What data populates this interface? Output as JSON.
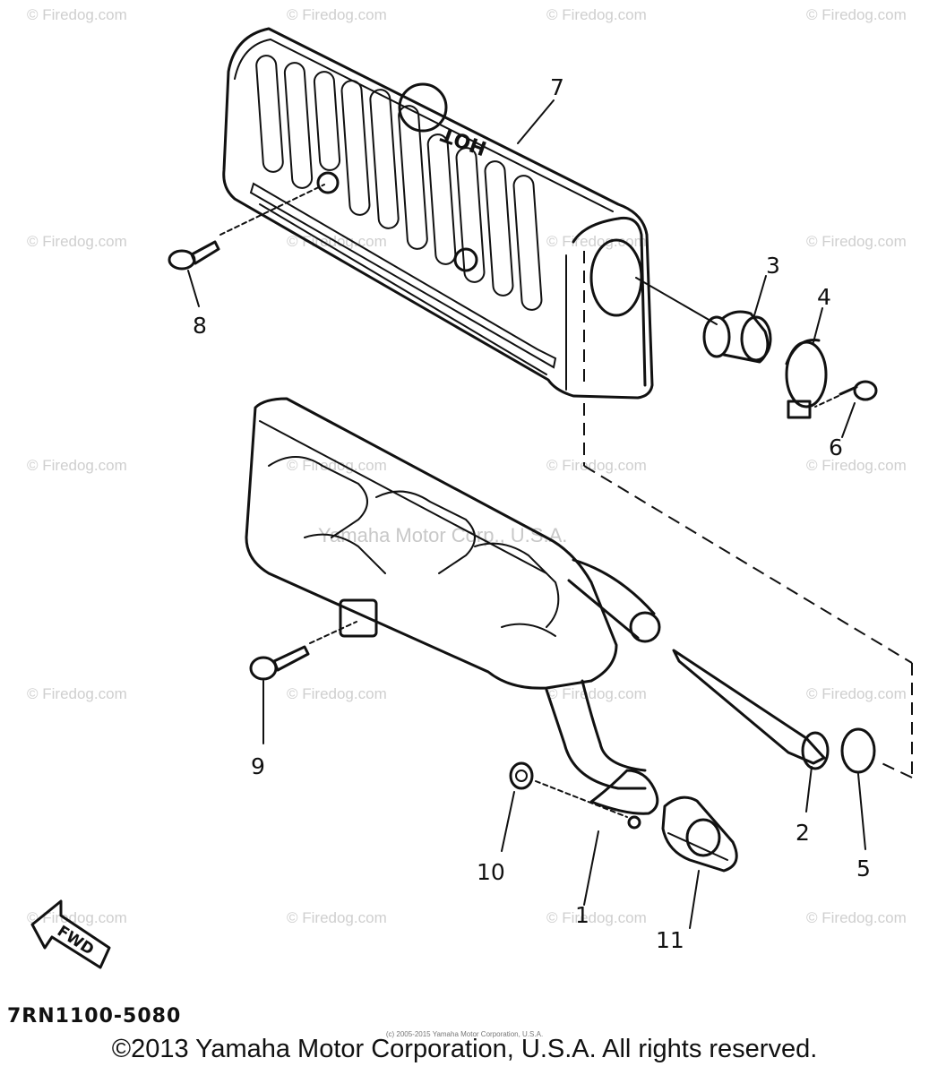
{
  "watermark": "© Firedog.com",
  "center_watermark": "Yamaha Motor Corp., U.S.A.",
  "shield_embossing": "HOT",
  "part_labels": {
    "p1": "1",
    "p2": "2",
    "p3": "3",
    "p4": "4",
    "p5": "5",
    "p6": "6",
    "p7": "7",
    "p8": "8",
    "p9": "9",
    "p10": "10",
    "p11": "11"
  },
  "direction_label": "FWD",
  "catalog_code": "7RN1100-5080",
  "tiny_credit": "(c) 2005-2015 Yamaha Motor Corporation, U.S.A.",
  "copyright": "©2013 Yamaha Motor Corporation, U.S.A. All rights reserved."
}
